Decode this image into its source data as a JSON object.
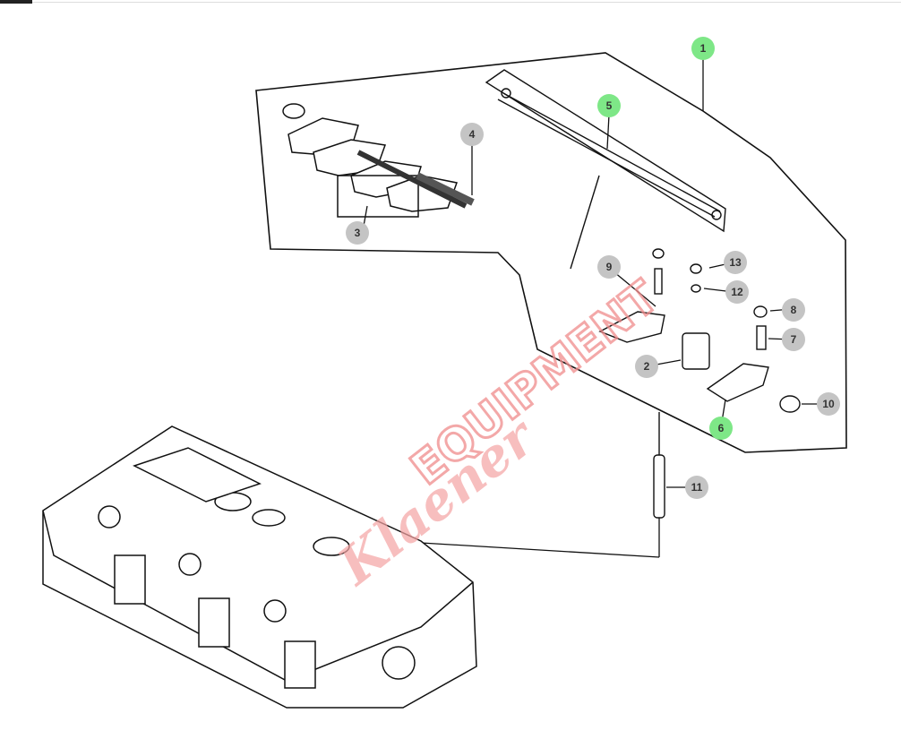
{
  "watermark": {
    "script_text": "Klaener",
    "block_text": "EQUIPMENT",
    "color": "#f08c8c"
  },
  "callouts": [
    {
      "number": "1",
      "highlight": true
    },
    {
      "number": "2",
      "highlight": false
    },
    {
      "number": "3",
      "highlight": false
    },
    {
      "number": "4",
      "highlight": false
    },
    {
      "number": "5",
      "highlight": true
    },
    {
      "number": "6",
      "highlight": true
    },
    {
      "number": "7",
      "highlight": false
    },
    {
      "number": "8",
      "highlight": false
    },
    {
      "number": "9",
      "highlight": false
    },
    {
      "number": "10",
      "highlight": false
    },
    {
      "number": "11",
      "highlight": false
    },
    {
      "number": "12",
      "highlight": false
    },
    {
      "number": "13",
      "highlight": false
    }
  ],
  "colors": {
    "highlight": "#7ee787",
    "normal": "#c4c4c4",
    "line": "#111111"
  }
}
